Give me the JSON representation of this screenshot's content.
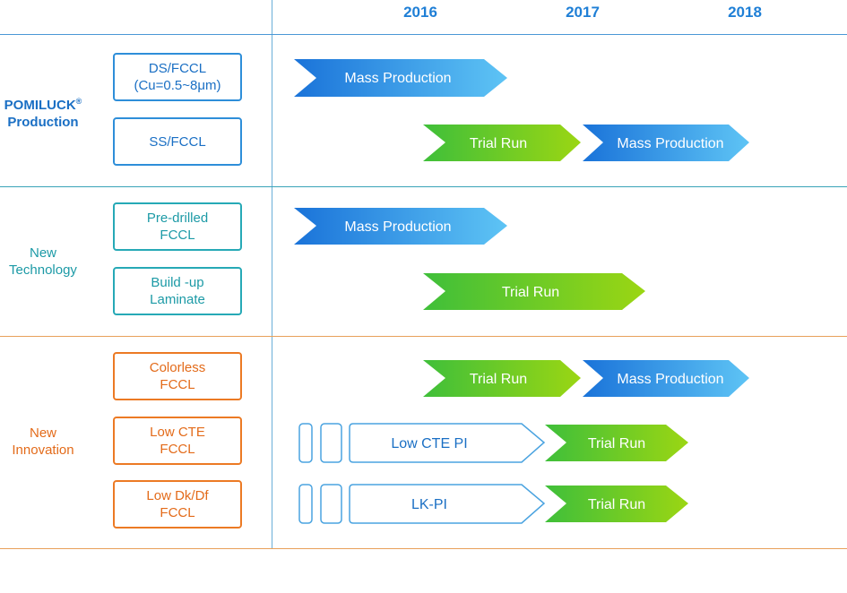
{
  "years": [
    "2016",
    "2017",
    "2018"
  ],
  "colors": {
    "production": "#1a6fc4",
    "technology": "#1c9aa6",
    "innovation": "#e36b1a",
    "mass_production_gradient": [
      "#1a73d9",
      "#5ec4f5"
    ],
    "trial_run_gradient": [
      "#3fbf3a",
      "#9bd613"
    ]
  },
  "groups": [
    {
      "label_main": "POMILUCK",
      "label_sup": "®",
      "label_line2": "Production",
      "items": [
        {
          "name": "DS/FCCL\n(Cu=0.5~8μm)",
          "phases": [
            {
              "type": "mass",
              "label": "Mass Production"
            }
          ]
        },
        {
          "name": "SS/FCCL",
          "phases": [
            {
              "type": "trial",
              "label": "Trial Run"
            },
            {
              "type": "mass",
              "label": "Mass Production"
            }
          ]
        }
      ]
    },
    {
      "label_main": "New",
      "label_line2": "Technology",
      "items": [
        {
          "name": "Pre-drilled\nFCCL",
          "phases": [
            {
              "type": "mass",
              "label": "Mass Production"
            }
          ]
        },
        {
          "name": "Build -up\nLaminate",
          "phases": [
            {
              "type": "trial",
              "label": "Trial Run"
            }
          ]
        }
      ]
    },
    {
      "label_main": "New",
      "label_line2": "Innovation",
      "items": [
        {
          "name": "Colorless\nFCCL",
          "phases": [
            {
              "type": "trial",
              "label": "Trial Run"
            },
            {
              "type": "mass",
              "label": "Mass Production"
            }
          ]
        },
        {
          "name": "Low CTE\nFCCL",
          "phases": [
            {
              "type": "dev",
              "label": "Low CTE PI"
            },
            {
              "type": "trial",
              "label": "Trial Run"
            }
          ]
        },
        {
          "name": "Low Dk/Df\nFCCL",
          "phases": [
            {
              "type": "dev",
              "label": "LK-PI"
            },
            {
              "type": "trial",
              "label": "Trial Run"
            }
          ]
        }
      ]
    }
  ]
}
